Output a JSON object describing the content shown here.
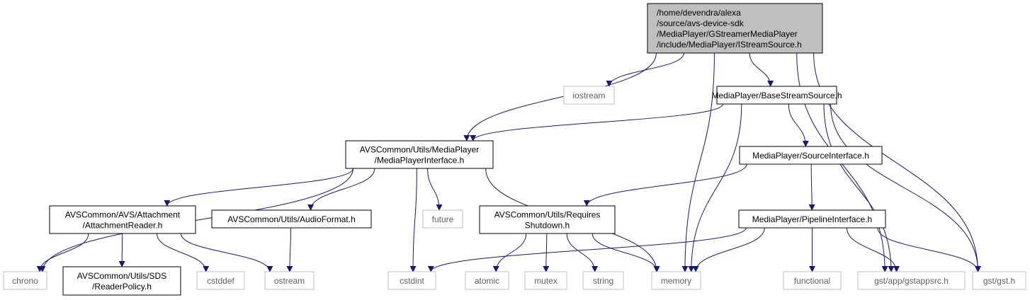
{
  "colors": {
    "edge": "#191970",
    "root_fill": "#bfbfbf",
    "ext_border": "#bfbfbf",
    "ext_text": "#606060"
  },
  "nodes": {
    "root": {
      "lines": [
        "/home/devendra/alexa",
        "/source/avs-device-sdk",
        "/MediaPlayer/GStreamerMediaPlayer",
        "/include/MediaPlayer/IStreamSource.h"
      ],
      "kind": "root"
    },
    "iostream": {
      "lines": [
        "iostream"
      ],
      "kind": "ext"
    },
    "basestream": {
      "lines": [
        "MediaPlayer/BaseStreamSource.h"
      ],
      "kind": "doc"
    },
    "mpi": {
      "lines": [
        "AVSCommon/Utils/MediaPlayer",
        "/MediaPlayerInterface.h"
      ],
      "kind": "doc"
    },
    "sourceif": {
      "lines": [
        "MediaPlayer/SourceInterface.h"
      ],
      "kind": "doc"
    },
    "attreader": {
      "lines": [
        "AVSCommon/AVS/Attachment",
        "/AttachmentReader.h"
      ],
      "kind": "doc"
    },
    "audioformat": {
      "lines": [
        "AVSCommon/Utils/AudioFormat.h"
      ],
      "kind": "doc"
    },
    "future": {
      "lines": [
        "future"
      ],
      "kind": "ext"
    },
    "reqshutdown": {
      "lines": [
        "AVSCommon/Utils/Requires",
        "Shutdown.h"
      ],
      "kind": "doc"
    },
    "pipeline": {
      "lines": [
        "MediaPlayer/PipelineInterface.h"
      ],
      "kind": "doc"
    },
    "chrono": {
      "lines": [
        "chrono"
      ],
      "kind": "ext"
    },
    "readerpolicy": {
      "lines": [
        "AVSCommon/Utils/SDS",
        "/ReaderPolicy.h"
      ],
      "kind": "doc"
    },
    "cstddef": {
      "lines": [
        "cstddef"
      ],
      "kind": "ext"
    },
    "ostream": {
      "lines": [
        "ostream"
      ],
      "kind": "ext"
    },
    "cstdint": {
      "lines": [
        "cstdint"
      ],
      "kind": "ext"
    },
    "atomic": {
      "lines": [
        "atomic"
      ],
      "kind": "ext"
    },
    "mutex": {
      "lines": [
        "mutex"
      ],
      "kind": "ext"
    },
    "string": {
      "lines": [
        "string"
      ],
      "kind": "ext"
    },
    "memory": {
      "lines": [
        "memory"
      ],
      "kind": "ext"
    },
    "functional": {
      "lines": [
        "functional"
      ],
      "kind": "ext"
    },
    "gstappsrc": {
      "lines": [
        "gst/app/gstappsrc.h"
      ],
      "kind": "ext"
    },
    "gst": {
      "lines": [
        "gst/gst.h"
      ],
      "kind": "ext"
    }
  },
  "edges": [
    [
      "root",
      "iostream"
    ],
    [
      "root",
      "mpi"
    ],
    [
      "root",
      "memory"
    ],
    [
      "root",
      "basestream"
    ],
    [
      "root",
      "gstappsrc"
    ],
    [
      "root",
      "gst"
    ],
    [
      "basestream",
      "mpi"
    ],
    [
      "basestream",
      "memory"
    ],
    [
      "basestream",
      "sourceif"
    ],
    [
      "basestream",
      "gstappsrc"
    ],
    [
      "basestream",
      "gst"
    ],
    [
      "mpi",
      "chrono"
    ],
    [
      "mpi",
      "attreader"
    ],
    [
      "mpi",
      "audioformat"
    ],
    [
      "mpi",
      "cstdint"
    ],
    [
      "mpi",
      "future"
    ],
    [
      "mpi",
      "memory"
    ],
    [
      "sourceif",
      "reqshutdown"
    ],
    [
      "sourceif",
      "pipeline"
    ],
    [
      "attreader",
      "chrono"
    ],
    [
      "attreader",
      "readerpolicy"
    ],
    [
      "attreader",
      "cstddef"
    ],
    [
      "attreader",
      "ostream"
    ],
    [
      "audioformat",
      "ostream"
    ],
    [
      "reqshutdown",
      "atomic"
    ],
    [
      "reqshutdown",
      "mutex"
    ],
    [
      "reqshutdown",
      "string"
    ],
    [
      "reqshutdown",
      "memory"
    ],
    [
      "pipeline",
      "cstdint"
    ],
    [
      "pipeline",
      "memory"
    ],
    [
      "pipeline",
      "functional"
    ],
    [
      "pipeline",
      "gstappsrc"
    ],
    [
      "pipeline",
      "gst"
    ]
  ]
}
